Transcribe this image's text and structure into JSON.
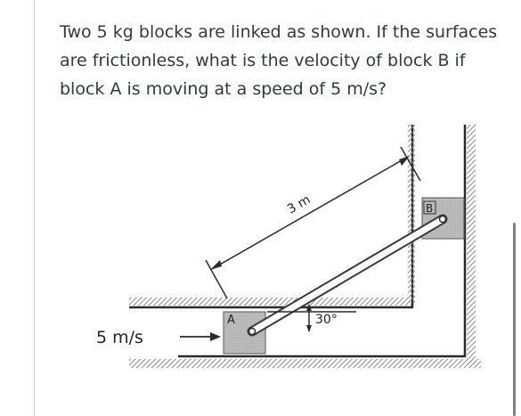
{
  "question": {
    "text": "Two 5 kg blocks are linked as shown.  If the surfaces are frictionless, what is the velocity of block B if block A is moving at a speed of 5 m/s?"
  },
  "figure": {
    "length_label": "3 m",
    "angle_label": "30°",
    "block_a_label": "A",
    "block_b_label": "B",
    "speed_label": "5 m/s"
  }
}
